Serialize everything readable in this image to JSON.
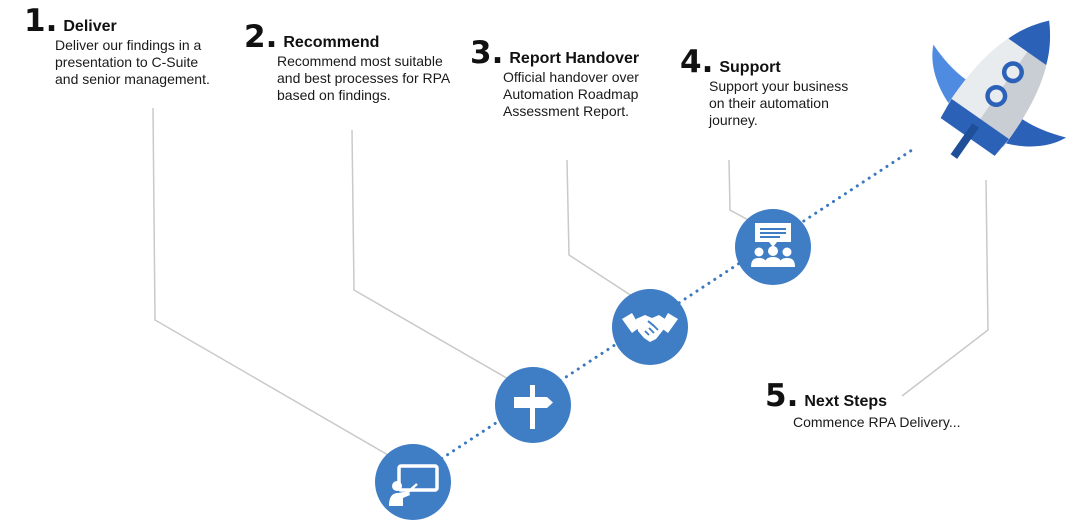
{
  "steps": [
    {
      "number": "1.",
      "title": "Deliver",
      "description_lines": [
        "Deliver our findings in a",
        "presentation to C-Suite",
        "and senior management."
      ]
    },
    {
      "number": "2.",
      "title": "Recommend",
      "description_lines": [
        "Recommend most suitable",
        "and best processes for RPA",
        "based on findings."
      ]
    },
    {
      "number": "3.",
      "title": "Report Handover",
      "description_lines": [
        "Official handover over",
        "Automation Roadmap",
        "Assessment Report."
      ]
    },
    {
      "number": "4.",
      "title": "Support",
      "description_lines": [
        "Support your business",
        "on their automation",
        "journey."
      ]
    },
    {
      "number": "5.",
      "title": "Next Steps",
      "description_lines": [
        "Commence RPA Delivery..."
      ]
    }
  ],
  "icons": [
    "presentation-icon",
    "signpost-icon",
    "handshake-icon",
    "support-chat-icon",
    "rocket-icon"
  ],
  "colors": {
    "circle": "#3f7dc4",
    "dotted_path": "#3a78c0",
    "connector": "#c8c8c8",
    "rocket_blue": "#2b62b8"
  }
}
